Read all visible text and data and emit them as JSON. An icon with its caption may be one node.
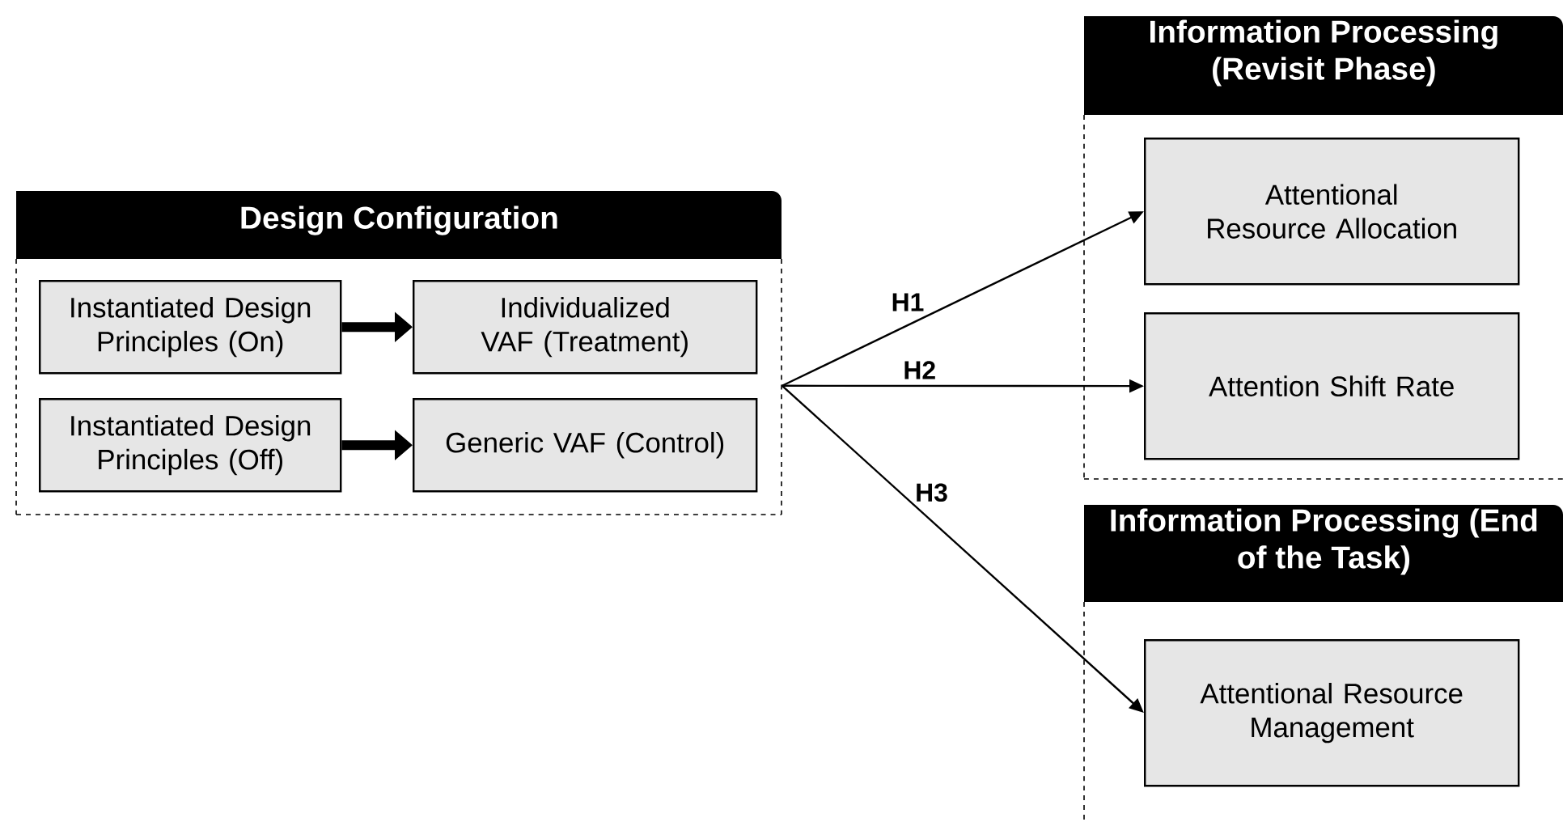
{
  "diagram": {
    "nodes": [
      {
        "text": [
          "Design Configuration"
        ]
      },
      {
        "text": [
          "Instantiated Design Principles (On)"
        ],
        "in": 0
      },
      {
        "text": [
          "Individualized VAF (Treatment)"
        ],
        "in": 0
      },
      {
        "text": [
          "Instantiated Design Principles (Off)"
        ],
        "in": 0
      },
      {
        "text": [
          "Generic VAF (Control)"
        ],
        "in": 0
      },
      {
        "text": [
          "Information Processing (Revisit Phase)"
        ]
      },
      {
        "text": [
          "Attentional Resource Allocation"
        ],
        "in": 5
      },
      {
        "text": [
          "Attention Shift Rate"
        ],
        "in": 5
      },
      {
        "text": [
          "Information Processing (End of the Task)"
        ]
      },
      {
        "text": [
          "Attentional Resource Management"
        ],
        "in": 8
      }
    ],
    "edges": [
      {
        "from": 1,
        "to": 2,
        "arrow": "to",
        "style": "thick"
      },
      {
        "from": 3,
        "to": 4,
        "arrow": "to",
        "style": "thick"
      },
      {
        "from": 0,
        "to": 6,
        "arrow": "to",
        "label": "H1"
      },
      {
        "from": 0,
        "to": 7,
        "arrow": "to",
        "label": "H2"
      },
      {
        "from": 0,
        "to": 9,
        "arrow": "to",
        "label": "H3"
      }
    ]
  }
}
